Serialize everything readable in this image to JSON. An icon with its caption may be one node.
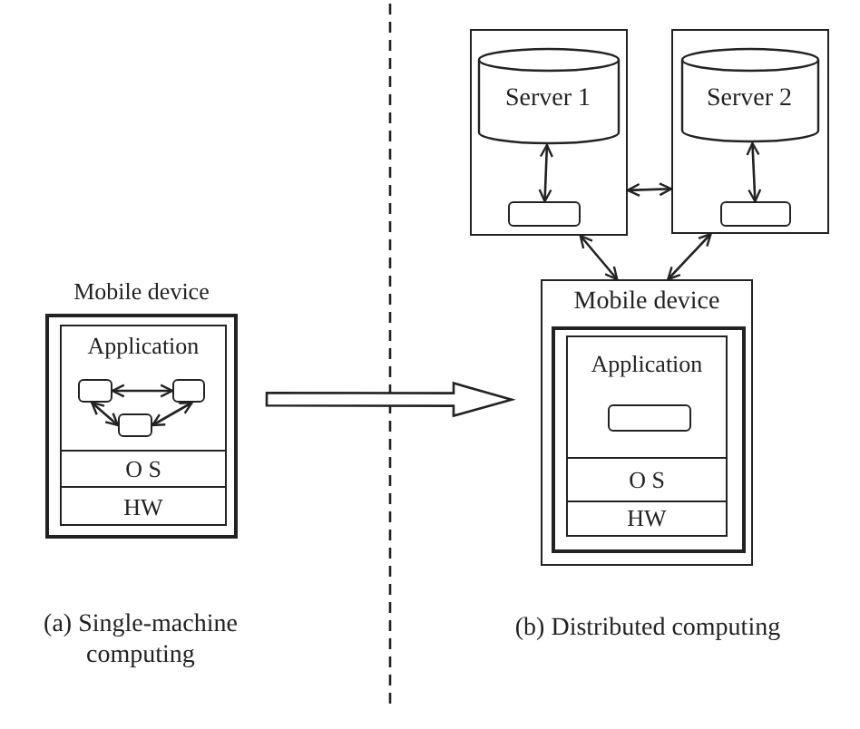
{
  "diagram": {
    "nodes": [
      {
        "text": [
          "Mobile device"
        ]
      },
      {
        "text": [
          "Application"
        ],
        "in": 0
      },
      {
        "text": [
          "O S"
        ],
        "in": 0
      },
      {
        "text": [
          "HW"
        ],
        "in": 0
      },
      {
        "text": [],
        "shape": "box",
        "in": 1
      },
      {
        "text": [],
        "shape": "box",
        "in": 1
      },
      {
        "text": [],
        "shape": "box",
        "in": 1
      },
      {
        "text": [],
        "shape": "box"
      },
      {
        "text": [
          "Server 1"
        ],
        "in": 7
      },
      {
        "text": [],
        "shape": "box",
        "in": 7
      },
      {
        "text": [],
        "shape": "box"
      },
      {
        "text": [
          "Server 2"
        ],
        "in": 10
      },
      {
        "text": [],
        "shape": "box",
        "in": 10
      },
      {
        "text": [
          "Mobile device"
        ]
      },
      {
        "text": [],
        "shape": "box",
        "in": 13
      },
      {
        "text": [
          "Application"
        ],
        "in": 14
      },
      {
        "text": [
          "O S"
        ],
        "in": 14
      },
      {
        "text": [
          "HW"
        ],
        "in": 14
      },
      {
        "text": [],
        "shape": "box",
        "in": 15
      }
    ],
    "edges": [
      {
        "from": 4,
        "to": 5,
        "arrow": "both"
      },
      {
        "from": 4,
        "to": 6,
        "arrow": "both"
      },
      {
        "from": 6,
        "to": 5,
        "arrow": "both"
      },
      {
        "from": 0,
        "to": 13,
        "arrow": "to",
        "style": "thick"
      },
      {
        "from": 8,
        "to": 9,
        "arrow": "both"
      },
      {
        "from": 11,
        "to": 12,
        "arrow": "both"
      },
      {
        "from": 7,
        "to": 10,
        "arrow": "both"
      },
      {
        "from": 7,
        "to": 13,
        "arrow": "both"
      },
      {
        "from": 10,
        "to": 13,
        "arrow": "both"
      }
    ],
    "labels": [
      "(a) Single-machine computing",
      "(b) Distributed computing"
    ]
  }
}
